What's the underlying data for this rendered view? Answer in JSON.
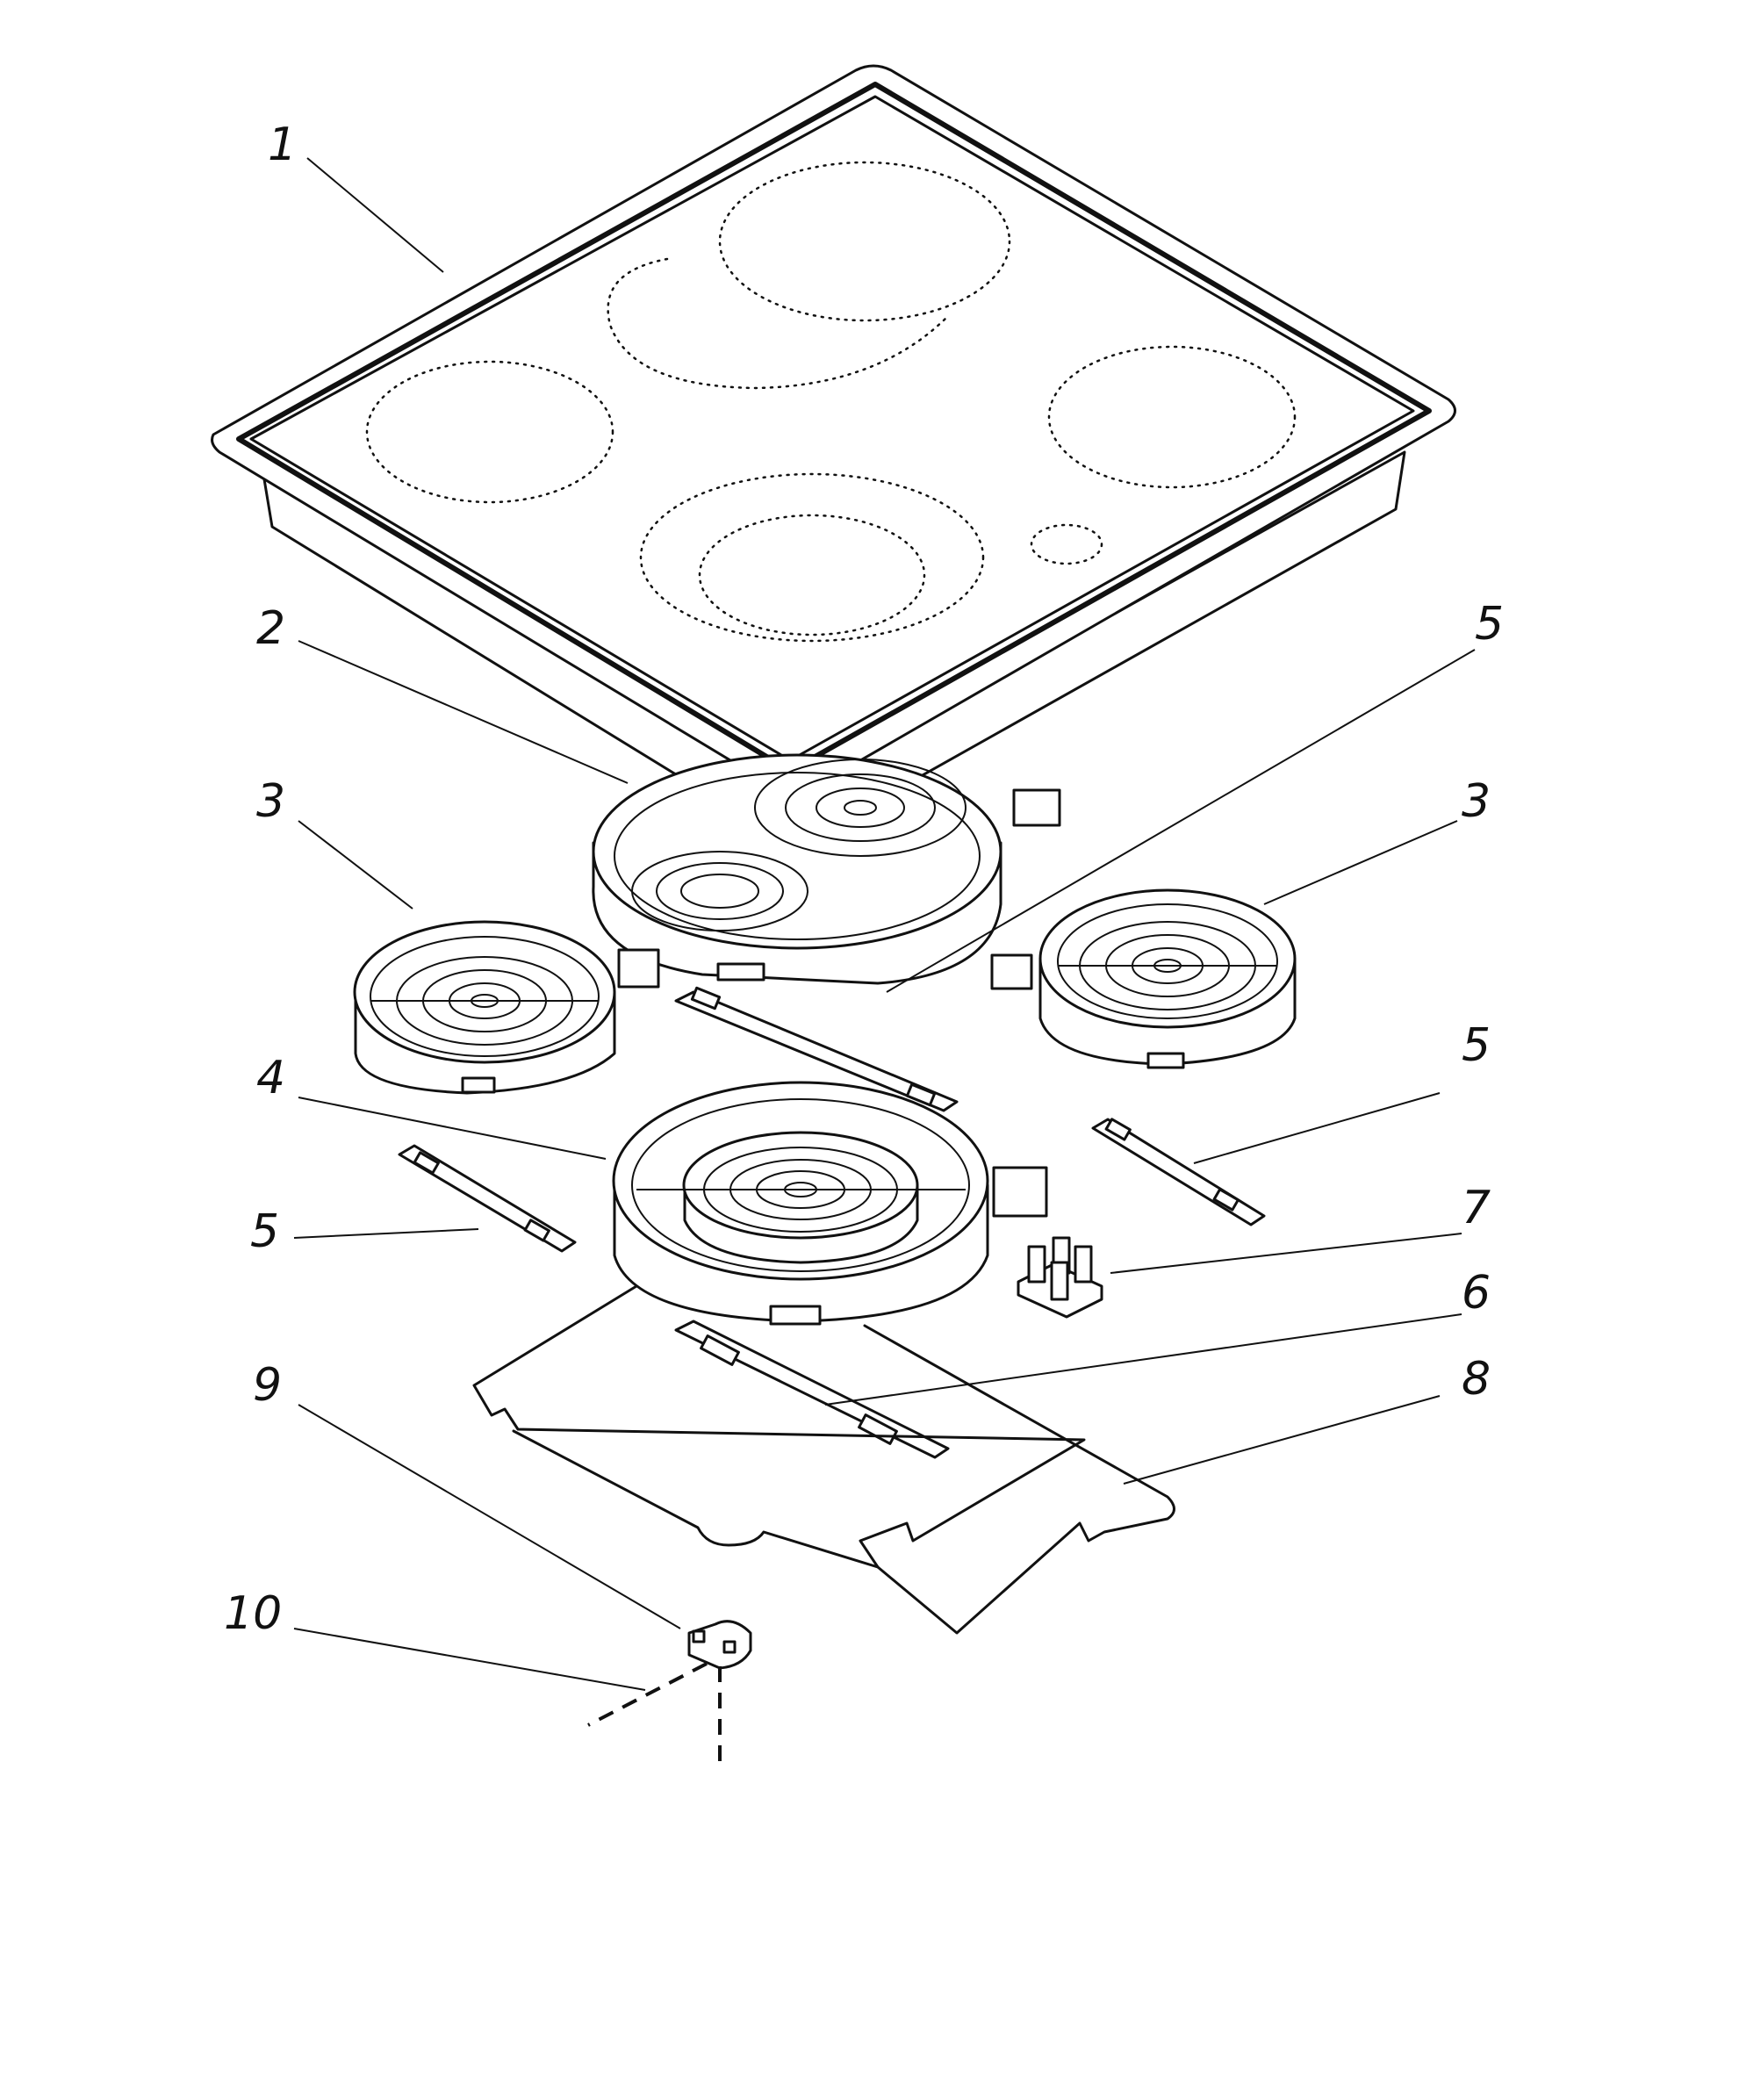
{
  "figure": {
    "callouts": [
      {
        "id": "c1",
        "label": "1"
      },
      {
        "id": "c2",
        "label": "2"
      },
      {
        "id": "c3a",
        "label": "3"
      },
      {
        "id": "c3b",
        "label": "3"
      },
      {
        "id": "c4",
        "label": "4"
      },
      {
        "id": "c5a",
        "label": "5"
      },
      {
        "id": "c5b",
        "label": "5"
      },
      {
        "id": "c5c",
        "label": "5"
      },
      {
        "id": "c6",
        "label": "6"
      },
      {
        "id": "c7",
        "label": "7"
      },
      {
        "id": "c8",
        "label": "8"
      },
      {
        "id": "c9",
        "label": "9"
      },
      {
        "id": "c10",
        "label": "10"
      }
    ]
  }
}
